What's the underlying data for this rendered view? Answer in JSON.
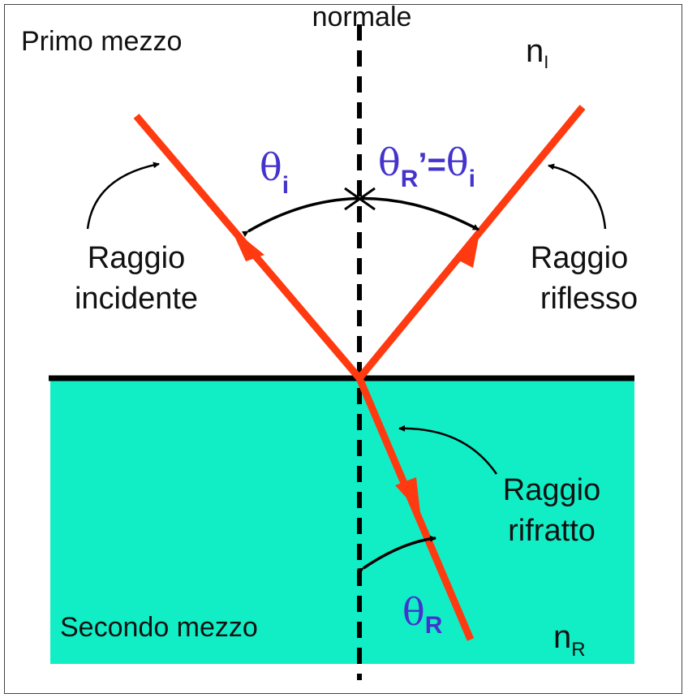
{
  "labels": {
    "normal": "normale",
    "first_medium": "Primo mezzo",
    "second_medium": "Secondo mezzo",
    "n_first": {
      "base": "n",
      "sub": "I"
    },
    "n_second": {
      "base": "n",
      "sub": "R"
    },
    "incident_ray": {
      "line1": "Raggio",
      "line2": "incidente"
    },
    "reflected_ray": {
      "line1": "Raggio",
      "line2": "riflesso"
    },
    "refracted_ray": {
      "line1": "Raggio",
      "line2": "rifratto"
    },
    "theta_i": {
      "symbol": "θ",
      "sub": "i"
    },
    "theta_reflection": {
      "symbol": "θ",
      "sub1": "R",
      "prime_eq": "’=",
      "symbol2": "θ",
      "sub2": "i"
    },
    "theta_R": {
      "symbol": "θ",
      "sub": "R"
    }
  },
  "colors": {
    "ray": "#ff3a10",
    "second_medium_fill": "#11eec6",
    "angle_text": "#4433cc",
    "lines": "#000000"
  }
}
